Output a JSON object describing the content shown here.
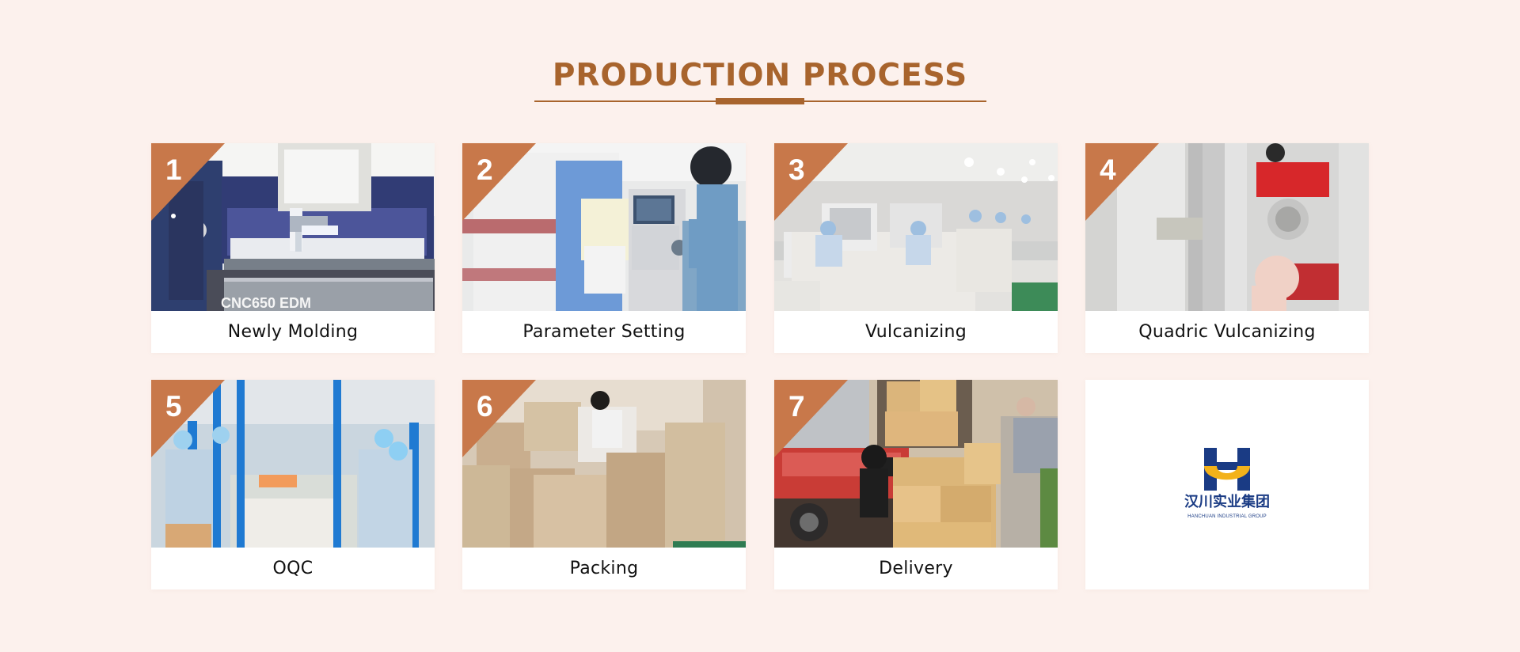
{
  "section": {
    "title": "PRODUCTION PROCESS"
  },
  "steps": [
    {
      "number": "1",
      "label": "Newly Molding",
      "image_text": "CNC650 EDM"
    },
    {
      "number": "2",
      "label": "Parameter Setting"
    },
    {
      "number": "3",
      "label": "Vulcanizing"
    },
    {
      "number": "4",
      "label": "Quadric Vulcanizing"
    },
    {
      "number": "5",
      "label": "OQC"
    },
    {
      "number": "6",
      "label": "Packing"
    },
    {
      "number": "7",
      "label": "Delivery"
    }
  ],
  "brand": {
    "name_cn": "汉川实业集团",
    "name_en": "HANCHUAN INDUSTRIAL GROUP",
    "color_primary": "#1a3b84",
    "color_accent": "#f3b21a"
  },
  "colors": {
    "background": "#fcf1ed",
    "title": "#a8642d",
    "ribbon": "#c8784a",
    "card": "#ffffff",
    "text": "#111111"
  },
  "icons": {
    "step_badge": "triangle-ribbon",
    "logo": "company-logo-h"
  }
}
